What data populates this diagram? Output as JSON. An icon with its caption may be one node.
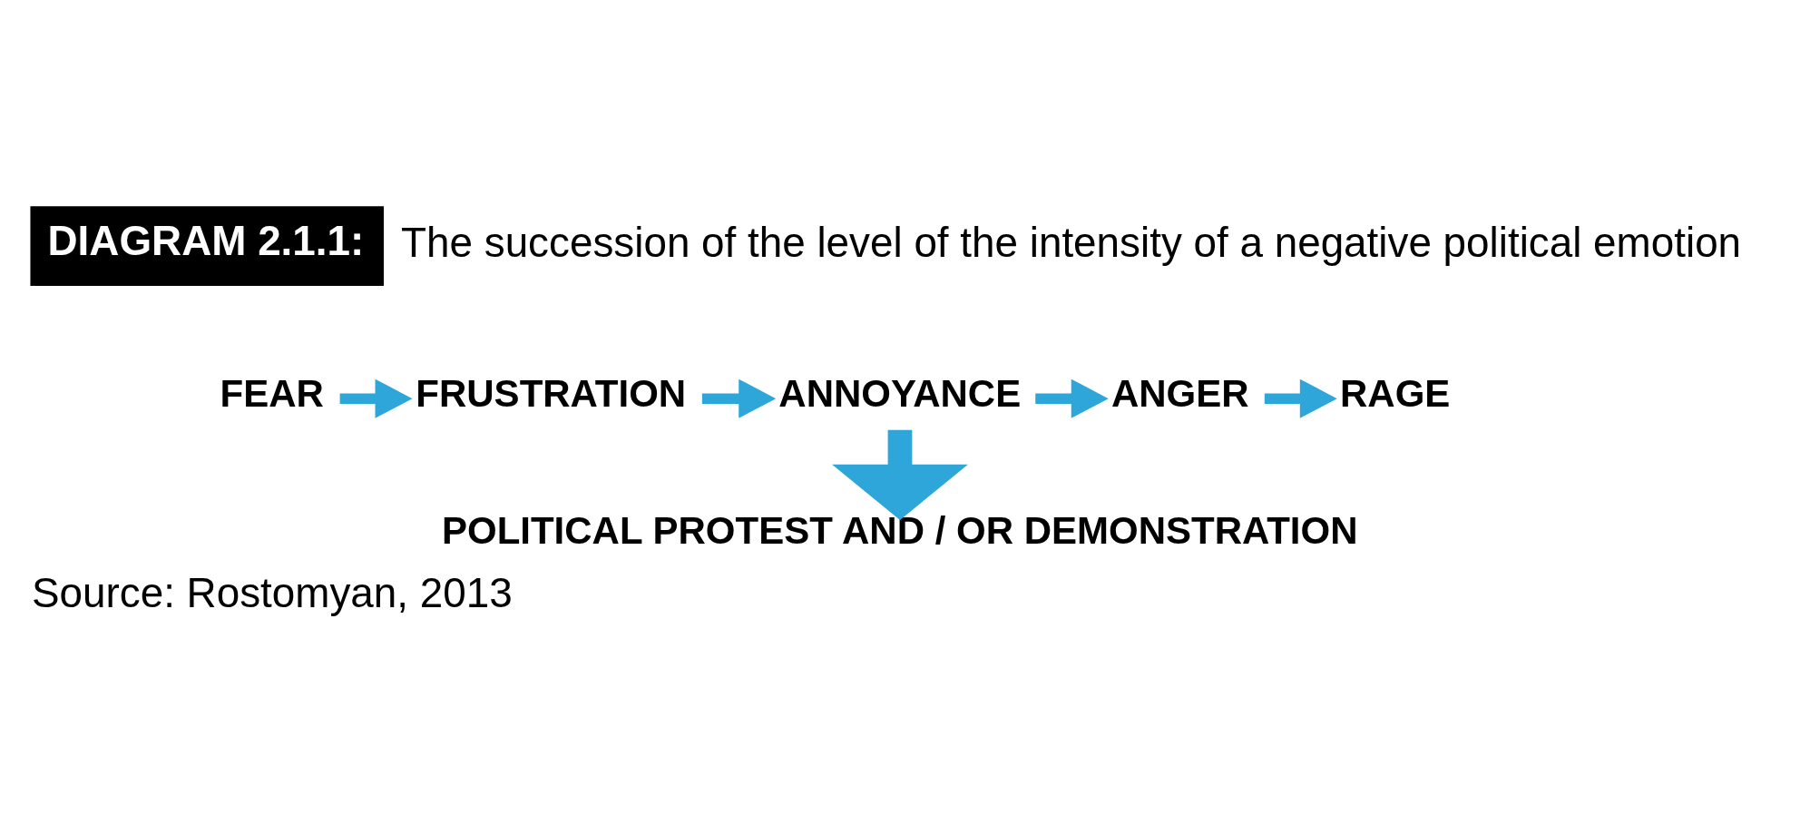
{
  "diagram": {
    "title": "The succession of the level of the intensity of a negative political emotion",
    "caption": "Source: Rostomyan, 2013",
    "nodes": [
      {
        "text": [
          "FEAR"
        ]
      },
      {
        "text": [
          "FRUSTRATION"
        ]
      },
      {
        "text": [
          "ANNOYANCE"
        ]
      },
      {
        "text": [
          "ANGER"
        ]
      },
      {
        "text": [
          "RAGE"
        ]
      },
      {
        "text": [
          "POLITICAL PROTEST AND / OR DEMONSTRATION"
        ]
      }
    ],
    "edges": [
      {
        "from": 0,
        "to": 1,
        "arrow": "to"
      },
      {
        "from": 1,
        "to": 2,
        "arrow": "to"
      },
      {
        "from": 2,
        "to": 3,
        "arrow": "to"
      },
      {
        "from": 3,
        "to": 4,
        "arrow": "to"
      },
      {
        "from": 2,
        "to": 5,
        "arrow": "to",
        "style": "thick"
      }
    ],
    "labels": [
      "DIAGRAM 2.1.1:"
    ]
  }
}
